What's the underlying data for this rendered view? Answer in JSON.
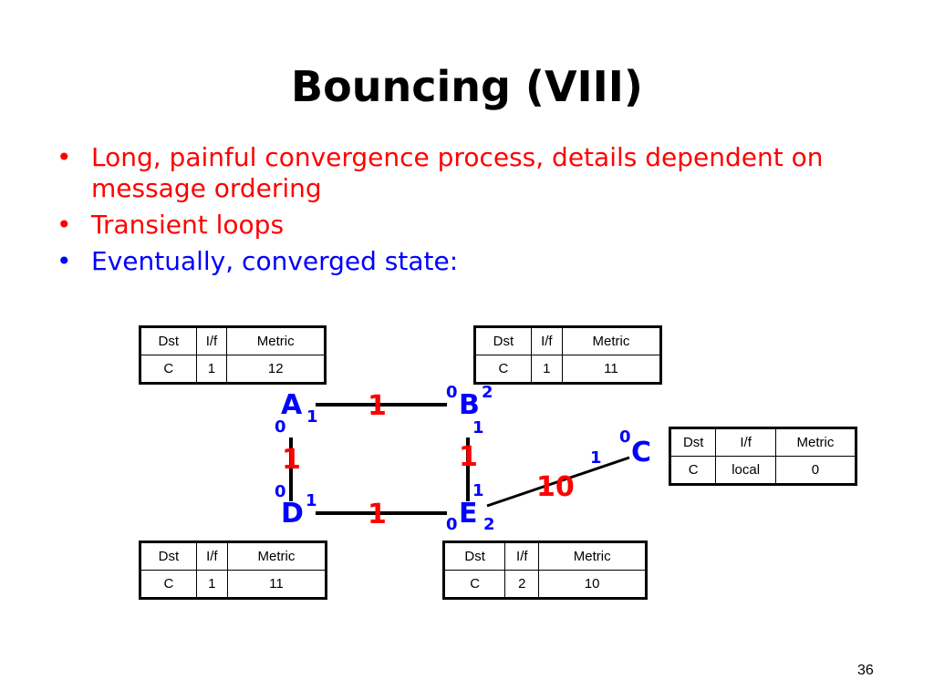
{
  "title": "Bouncing (VIII)",
  "bullets": [
    {
      "text": "Long, painful convergence process, details dependent on message ordering",
      "color": "#ff0000"
    },
    {
      "text": "Transient loops",
      "color": "#ff0000"
    },
    {
      "text": "Eventually, converged state:",
      "color": "#0000ff"
    }
  ],
  "bullet_char": "•",
  "table_headers": [
    "Dst",
    "I/f",
    "Metric"
  ],
  "tables": {
    "A": [
      "C",
      "1",
      "12"
    ],
    "B": [
      "C",
      "1",
      "11"
    ],
    "C": [
      "C",
      "local",
      "0"
    ],
    "D": [
      "C",
      "1",
      "11"
    ],
    "E": [
      "C",
      "2",
      "10"
    ]
  },
  "nodes": {
    "A": "A",
    "B": "B",
    "C": "C",
    "D": "D",
    "E": "E"
  },
  "ports": {
    "a1": "1",
    "a0": "0",
    "b0": "0",
    "b2": "2",
    "b1": "1",
    "c0": "0",
    "c1": "1",
    "d0": "0",
    "d1": "1",
    "e1a": "1",
    "e1b": "1",
    "e0": "0",
    "e2": "2"
  },
  "costs": {
    "ab": "1",
    "ad": "1",
    "be": "1",
    "de": "1",
    "ec": "10"
  },
  "page_number": "36"
}
